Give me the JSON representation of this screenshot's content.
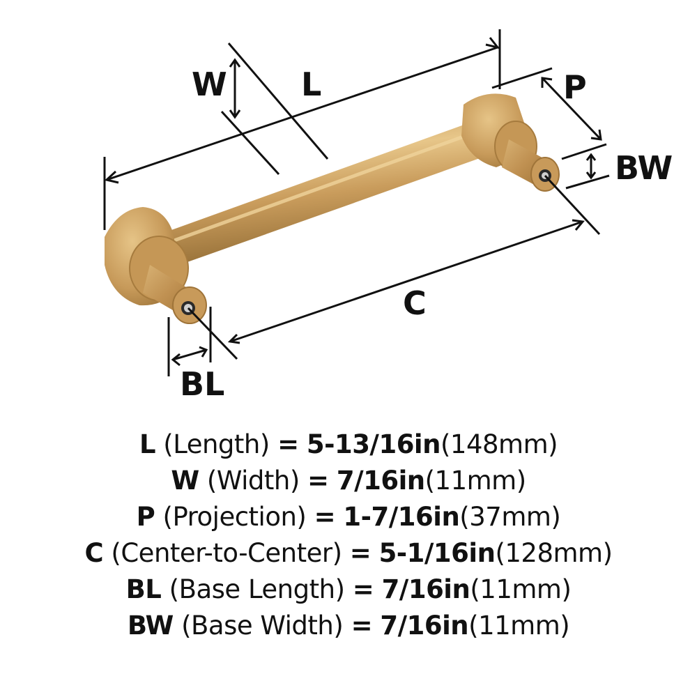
{
  "diagram": {
    "product": "cabinet-pull-handle",
    "finish_color": "#c9a062",
    "finish_highlight": "#e8c88a",
    "finish_shadow": "#9a7238",
    "line_color": "#111111",
    "labels": {
      "W": "W",
      "L": "L",
      "P": "P",
      "BW": "BW",
      "C": "C",
      "BL": "BL"
    }
  },
  "specs": [
    {
      "abbr": "L",
      "name": "(Length)",
      "eq": "=",
      "imperial": "5-13/16in",
      "metric": "(148mm)"
    },
    {
      "abbr": "W",
      "name": "(Width)",
      "eq": "=",
      "imperial": "7/16in",
      "metric": "(11mm)"
    },
    {
      "abbr": "P",
      "name": "(Projection)",
      "eq": "=",
      "imperial": "1-7/16in",
      "metric": "(37mm)"
    },
    {
      "abbr": "C",
      "name": "(Center-to-Center)",
      "eq": "=",
      "imperial": "5-1/16in",
      "metric": "(128mm)"
    },
    {
      "abbr": "BL",
      "name": "(Base Length)",
      "eq": "=",
      "imperial": "7/16in",
      "metric": "(11mm)"
    },
    {
      "abbr": "BW",
      "name": "(Base Width)",
      "eq": "=",
      "imperial": "7/16in",
      "metric": "(11mm)"
    }
  ]
}
